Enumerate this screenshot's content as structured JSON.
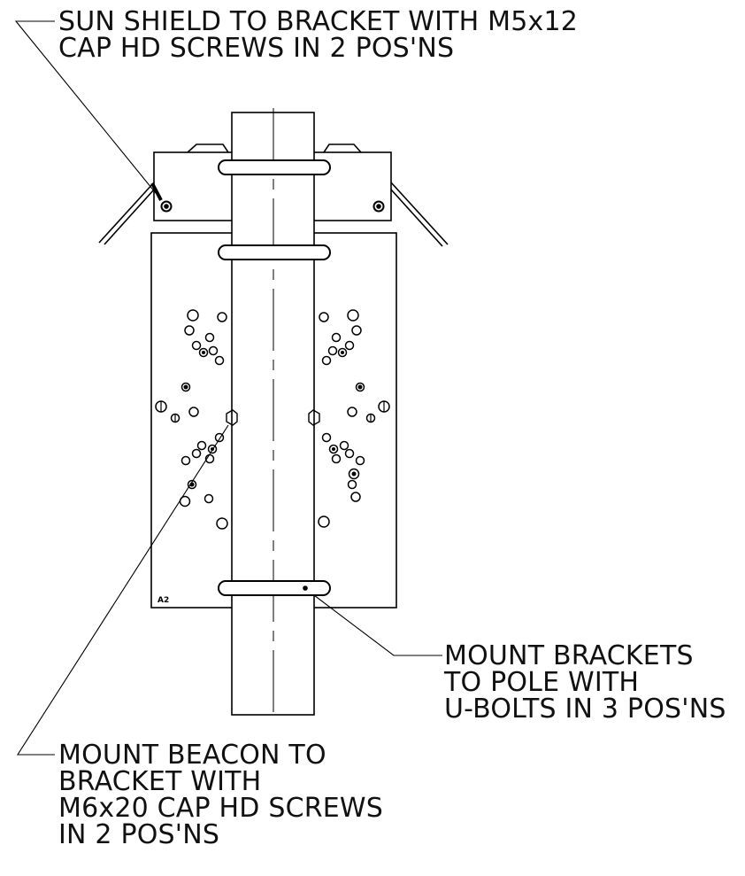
{
  "notes": {
    "sun_shield": {
      "lines": [
        "SUN SHIELD TO BRACKET WITH M5x12",
        "CAP HD SCREWS IN 2 POS'NS"
      ]
    },
    "mount_brackets": {
      "lines": [
        "MOUNT BRACKETS",
        "TO POLE WITH",
        "U-BOLTS IN 3 POS'NS"
      ]
    },
    "mount_beacon": {
      "lines": [
        "MOUNT BEACON TO",
        "BRACKET WITH",
        "M6x20 CAP HD SCREWS",
        "IN 2 POS'NS"
      ]
    }
  },
  "part_label": "A2",
  "colors": {
    "ink": "#000000",
    "paper": "#ffffff"
  }
}
